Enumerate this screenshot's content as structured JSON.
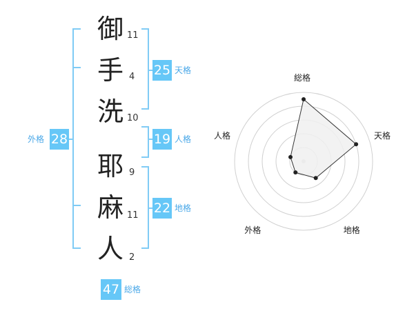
{
  "name": {
    "characters": [
      {
        "char": "御",
        "strokes": "11"
      },
      {
        "char": "手",
        "strokes": "4"
      },
      {
        "char": "洗",
        "strokes": "10"
      },
      {
        "char": "耶",
        "strokes": "9"
      },
      {
        "char": "麻",
        "strokes": "11"
      },
      {
        "char": "人",
        "strokes": "2"
      }
    ]
  },
  "fortunes": {
    "tenkaku": {
      "value": "25",
      "label": "天格"
    },
    "jinkaku": {
      "value": "19",
      "label": "人格"
    },
    "chikaku": {
      "value": "22",
      "label": "地格"
    },
    "gaikaku": {
      "value": "28",
      "label": "外格"
    },
    "soukaku": {
      "value": "47",
      "label": "総格"
    }
  },
  "colors": {
    "bracket": "#7fcbf5",
    "box": "#66c7f7",
    "label": "#4aa8e8",
    "polygon_fill": "#f0f0f0",
    "polygon_stroke": "#333333",
    "ring": "#d0d0d0"
  },
  "chart_data": {
    "type": "radar",
    "axes": [
      "総格",
      "天格",
      "地格",
      "外格",
      "人格"
    ],
    "values": [
      4.5,
      4,
      1.5,
      1,
      1
    ],
    "range": [
      0,
      5
    ],
    "rings": 5
  }
}
